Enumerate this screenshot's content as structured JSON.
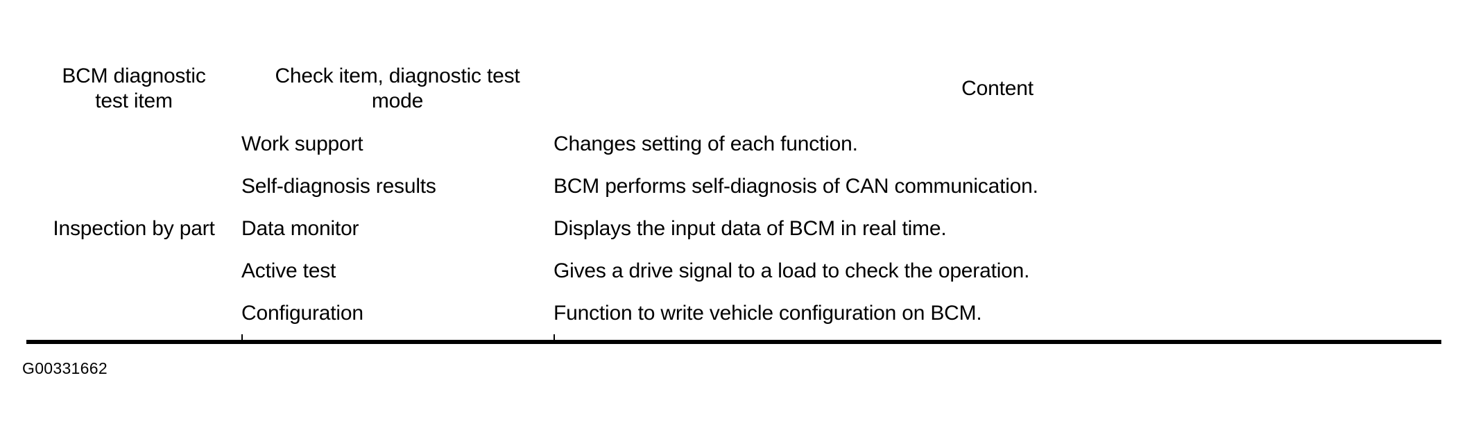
{
  "figure": {
    "caption": "G00331662"
  },
  "table": {
    "headers": [
      "BCM diagnostic test item",
      "Check item, diagnostic test mode",
      "Content"
    ],
    "header_lines": {
      "col1_line1": "BCM diagnostic",
      "col1_line2": "test item",
      "col2_line1": "Check item, diagnostic test",
      "col2_line2": "mode",
      "col3_line1": "Content"
    },
    "group_label": "Inspection by part",
    "rows": [
      {
        "mode": "Work support",
        "content": "Changes setting of each function."
      },
      {
        "mode": "Self-diagnosis results",
        "content": "BCM performs self-diagnosis of CAN communication."
      },
      {
        "mode": "Data monitor",
        "content": "Displays the input data of BCM in real time."
      },
      {
        "mode": "Active test",
        "content": "Gives a drive signal to a load to check the operation."
      },
      {
        "mode": "Configuration",
        "content": "Function to write vehicle configuration on BCM."
      }
    ]
  },
  "colors": {
    "ink": "#000000",
    "paper": "#ffffff"
  }
}
